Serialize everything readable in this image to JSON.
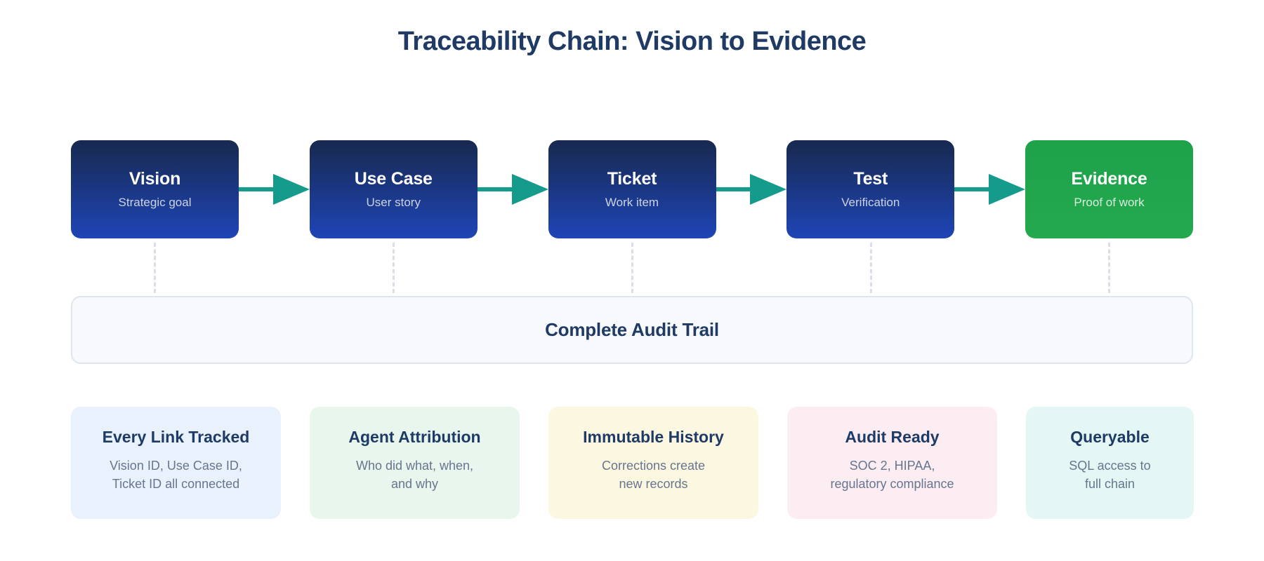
{
  "title": "Traceability Chain: Vision to Evidence",
  "chain": {
    "nodes": [
      {
        "label": "Vision",
        "sublabel": "Strategic goal",
        "style": "blue"
      },
      {
        "label": "Use Case",
        "sublabel": "User story",
        "style": "blue"
      },
      {
        "label": "Ticket",
        "sublabel": "Work item",
        "style": "blue"
      },
      {
        "label": "Test",
        "sublabel": "Verification",
        "style": "blue"
      },
      {
        "label": "Evidence",
        "sublabel": "Proof of work",
        "style": "green"
      }
    ]
  },
  "audit_trail": {
    "label": "Complete Audit Trail"
  },
  "features": [
    {
      "title": "Every Link Tracked",
      "description": "Vision ID, Use Case ID,\nTicket ID all connected",
      "bg": "#e8f1fc"
    },
    {
      "title": "Agent Attribution",
      "description": "Who did what, when,\nand why",
      "bg": "#e8f6ee"
    },
    {
      "title": "Immutable History",
      "description": "Corrections create\nnew records",
      "bg": "#fcf7e0"
    },
    {
      "title": "Audit Ready",
      "description": "SOC 2, HIPAA,\nregulatory compliance",
      "bg": "#fbedf2"
    },
    {
      "title": "Queryable",
      "description": "SQL access to\nfull chain",
      "bg": "#e4f7f4"
    }
  ],
  "colors": {
    "title_navy": "#1f3a64",
    "node_blue_top": "#18294f",
    "node_blue_bottom": "#1e45b7",
    "node_green": "#22a54c",
    "arrow_teal": "#159b8b",
    "audit_bg": "#f7f9fc",
    "audit_border": "#dee5ee",
    "connector_dash": "#d9dfe8",
    "card_body_text": "#67768f"
  }
}
